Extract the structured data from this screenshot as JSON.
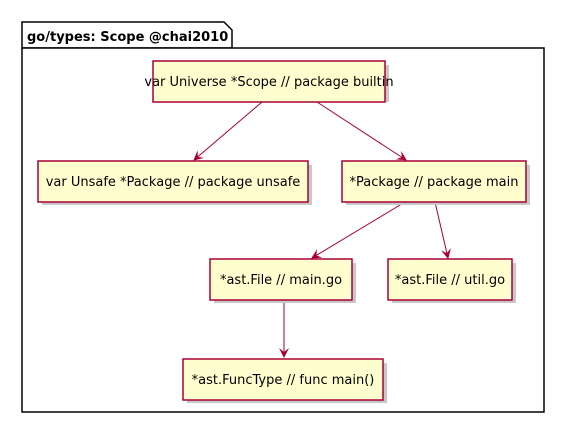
{
  "package": {
    "title": "go/types: Scope @chai2010"
  },
  "nodes": [
    {
      "id": "universe",
      "label": "var Universe *Scope // package builtin"
    },
    {
      "id": "unsafe",
      "label": "var Unsafe *Package // package unsafe"
    },
    {
      "id": "main_pkg",
      "label": "*Package // package main"
    },
    {
      "id": "main_go",
      "label": "*ast.File // main.go"
    },
    {
      "id": "util_go",
      "label": "*ast.File // util.go"
    },
    {
      "id": "func_main",
      "label": "*ast.FuncType // func main()"
    }
  ],
  "edges": [
    {
      "from": "universe",
      "to": "unsafe"
    },
    {
      "from": "universe",
      "to": "main_pkg"
    },
    {
      "from": "main_pkg",
      "to": "main_go"
    },
    {
      "from": "main_pkg",
      "to": "util_go"
    },
    {
      "from": "main_go",
      "to": "func_main"
    }
  ],
  "colors": {
    "node_fill": "#FEFECE",
    "node_border": "#A80036",
    "node_shadow": "#C8C8C8",
    "edge": "#A80036",
    "frame_border": "#000000"
  }
}
